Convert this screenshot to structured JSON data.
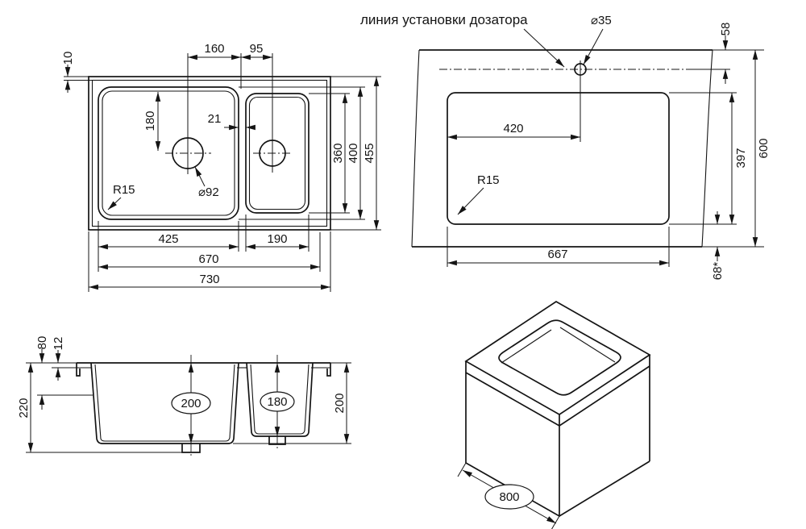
{
  "colors": {
    "line": "#141414",
    "background": "#ffffff"
  },
  "top_view": {
    "labels": {
      "d10": "10",
      "d160": "160",
      "d95": "95",
      "d180": "180",
      "d21": "21",
      "dia92": "⌀92",
      "r15": "R15",
      "d360": "360",
      "d400": "400",
      "d455": "455",
      "d425": "425",
      "d190": "190",
      "d670": "670",
      "d730": "730"
    }
  },
  "cutout_view": {
    "labels": {
      "note": "линия установки дозатора",
      "dia35": "⌀35",
      "d58": "58",
      "d420": "420",
      "r15": "R15",
      "d397": "397",
      "d600": "600",
      "d667": "667",
      "d68": "68*"
    }
  },
  "section_view": {
    "labels": {
      "d80": "80",
      "d12": "12",
      "d220": "220",
      "depth_large": "200",
      "depth_small": "180",
      "d200": "200"
    }
  },
  "iso_view": {
    "labels": {
      "d800": "800"
    }
  }
}
